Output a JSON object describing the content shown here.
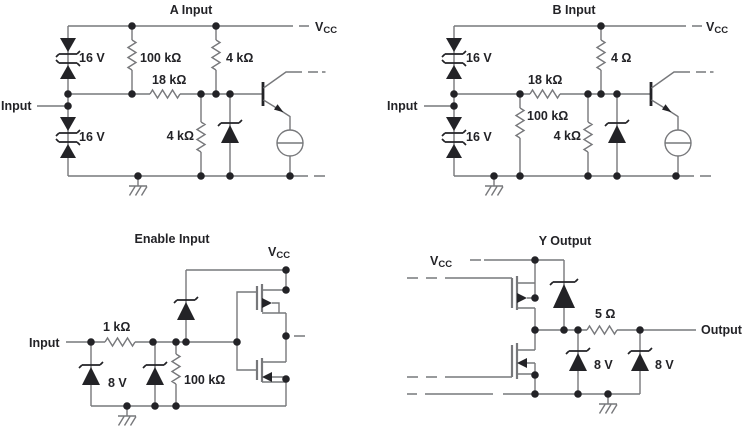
{
  "colors": {
    "wire": "#77787B",
    "component": "#232327",
    "background": "#FFFFFF"
  },
  "vcc": {
    "base": "V",
    "sub": "CC"
  },
  "circuits": {
    "a": {
      "title": "A Input",
      "input_label": "Input",
      "top_zener": "16 V",
      "bottom_zener": "16 V",
      "pullup_resistor": "100 kΩ",
      "series_resistor": "18 kΩ",
      "upper_resistor": "4 kΩ",
      "lower_resistor": "4 kΩ"
    },
    "b": {
      "title": "B Input",
      "input_label": "Input",
      "top_zener": "16 V",
      "bottom_zener": "16 V",
      "upper_resistor": "4 Ω",
      "series_resistor": "18 kΩ",
      "pulldown_resistor": "100 kΩ",
      "lower_resistor": "4 kΩ"
    },
    "enable": {
      "title": "Enable Input",
      "input_label": "Input",
      "series_resistor": "1 kΩ",
      "zener": "8 V",
      "pulldown_resistor": "100 kΩ"
    },
    "y": {
      "title": "Y Output",
      "output_label": "Output",
      "series_resistor": "5 Ω",
      "zener_left": "8 V",
      "zener_right": "8 V"
    }
  }
}
